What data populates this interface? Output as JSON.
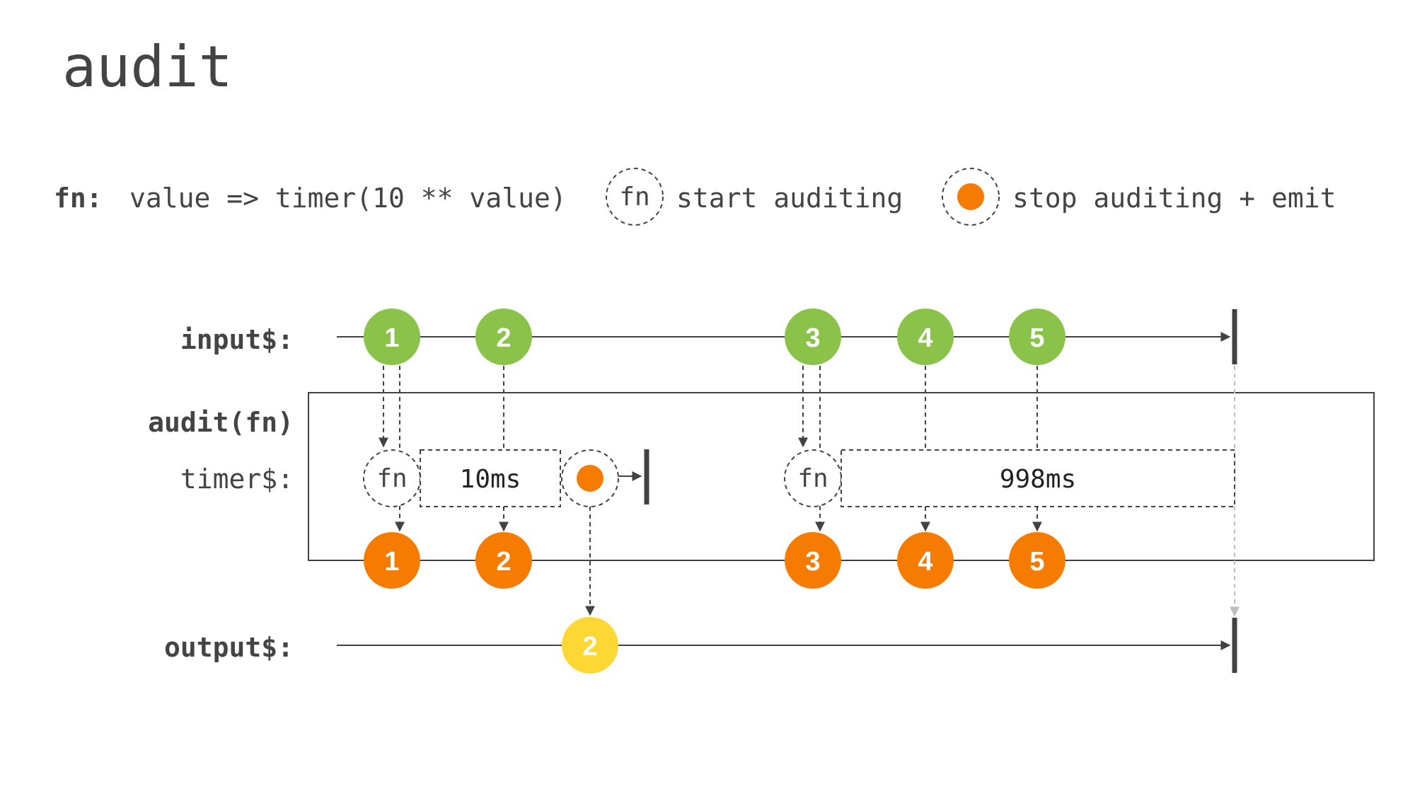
{
  "title": "audit",
  "legend": {
    "fn_label": "fn:",
    "fn_code": "value => timer(10 ** value)",
    "start_symbol": "fn",
    "start_text": "start auditing",
    "stop_text": "stop auditing + emit"
  },
  "rows": {
    "input_label": "input$:",
    "operator_label": "audit(fn)",
    "timer_label": "timer$:",
    "output_label": "output$:"
  },
  "input_values": [
    "1",
    "2",
    "3",
    "4",
    "5"
  ],
  "inner_values": [
    "1",
    "2",
    "3",
    "4",
    "5"
  ],
  "timers": [
    {
      "fn_label": "fn",
      "duration": "10ms"
    },
    {
      "fn_label": "fn",
      "duration": "998ms"
    }
  ],
  "output_values": [
    "2"
  ],
  "colors": {
    "input": "#8bc34a",
    "inner": "#f57c00",
    "output": "#fdd835",
    "text": "#444444",
    "line": "#424242"
  }
}
